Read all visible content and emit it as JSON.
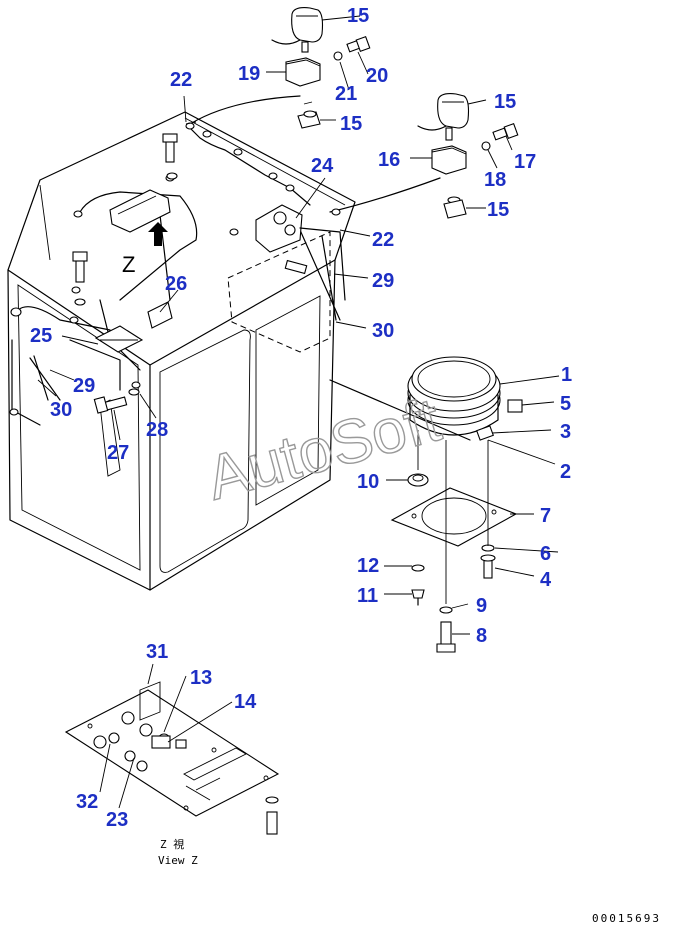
{
  "watermark": "AutoSoft",
  "drawing_code": "00015693",
  "view_letter": "Z",
  "view_caption_jp": "Z 視",
  "view_caption_en": "View Z",
  "callouts": {
    "c1": "1",
    "c2": "2",
    "c3": "3",
    "c4": "4",
    "c5": "5",
    "c6": "6",
    "c7": "7",
    "c8": "8",
    "c9": "9",
    "c10": "10",
    "c11": "11",
    "c12": "12",
    "c13": "13",
    "c14": "14",
    "c15a": "15",
    "c15b": "15",
    "c15c": "15",
    "c15d": "15",
    "c16": "16",
    "c17": "17",
    "c18": "18",
    "c19": "19",
    "c20": "20",
    "c21": "21",
    "c22a": "22",
    "c22b": "22",
    "c23": "23",
    "c24": "24",
    "c25": "25",
    "c26": "26",
    "c27": "27",
    "c28": "28",
    "c29a": "29",
    "c29b": "29",
    "c30a": "30",
    "c30b": "30",
    "c31": "31",
    "c32": "32"
  }
}
